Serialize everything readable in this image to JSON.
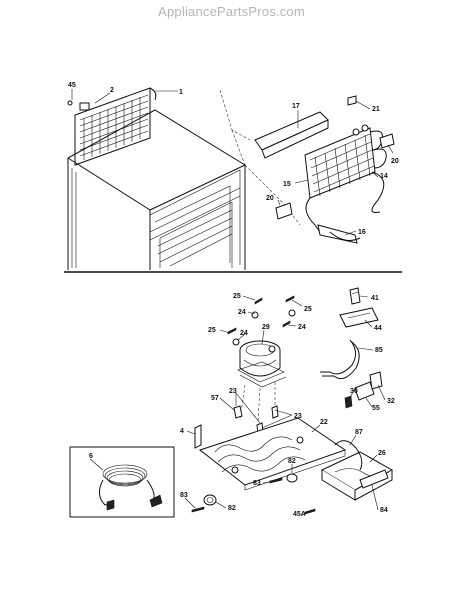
{
  "watermark": "AppliancePartsPros.com",
  "callouts": {
    "c45": "45",
    "c2": "2",
    "c1": "1",
    "c17": "17",
    "c21": "21",
    "c20a": "20",
    "c15": "15",
    "c14": "14",
    "c20b": "20",
    "c16": "16",
    "c25a": "25",
    "c25b": "25",
    "c24a": "24",
    "c29": "29",
    "c25c": "25",
    "c24b": "24",
    "c24c": "24",
    "c41": "41",
    "c44": "44",
    "c85": "85",
    "c23a": "23",
    "c57": "57",
    "c23b": "23",
    "c30": "30",
    "c55": "55",
    "c32": "32",
    "c4": "4",
    "c22": "22",
    "c87": "87",
    "c6": "6",
    "c26": "26",
    "c82a": "82",
    "c83a": "83",
    "c83b": "83",
    "c82b": "82",
    "c45a": "45A",
    "c84": "84"
  }
}
